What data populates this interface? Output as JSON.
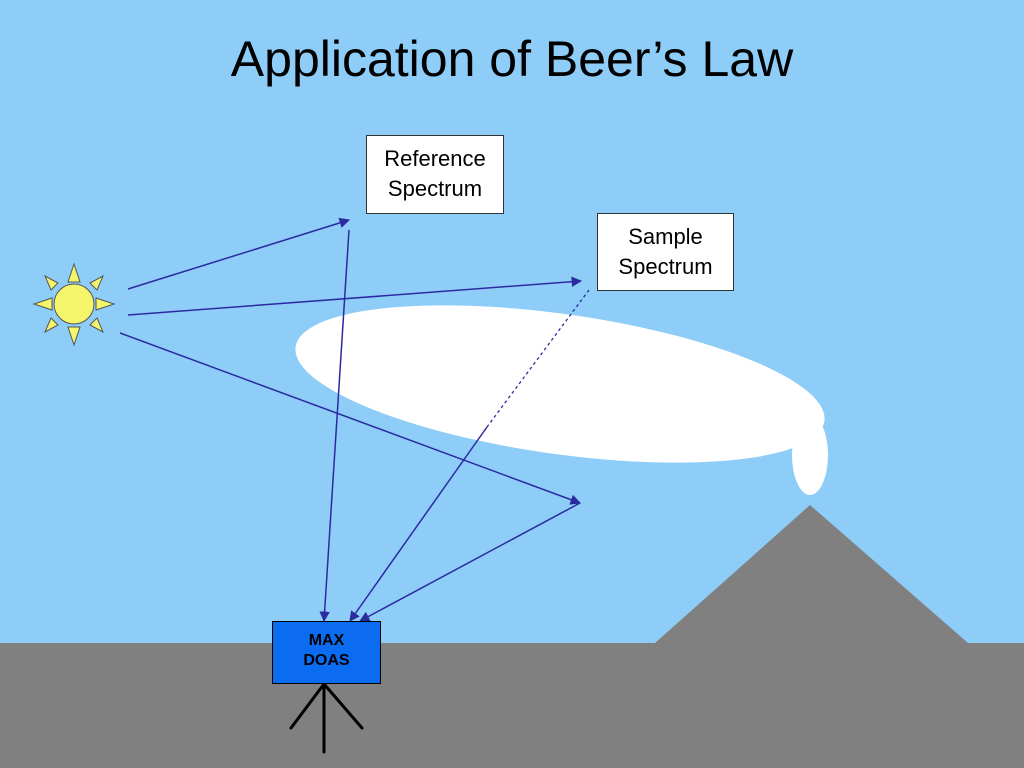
{
  "slide": {
    "title": "Application of Beer’s Law"
  },
  "reference_box": {
    "line1": "Reference",
    "line2": "Spectrum"
  },
  "sample_box": {
    "line1": "Sample",
    "line2": "Spectrum"
  },
  "instrument": {
    "line1": "MAX",
    "line2": "DOAS"
  },
  "colors": {
    "sky": "#8ecdf8",
    "ground": "#808080",
    "ray": "#2b2ba0",
    "sun": "#f4f56a",
    "instrument": "#0b6cf2",
    "plume": "#ffffff"
  }
}
